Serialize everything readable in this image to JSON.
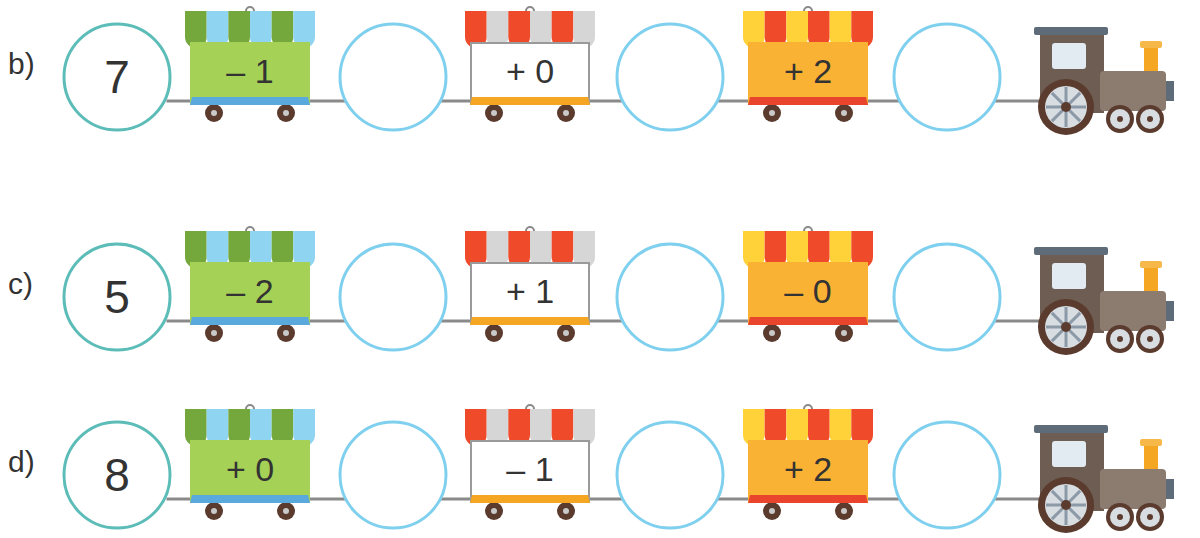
{
  "diagram": {
    "nodes": [
      {
        "text": [
          "7"
        ]
      },
      {
        "text": [
          "– 1"
        ]
      },
      {
        "text": [
          "+ 0"
        ]
      },
      {
        "text": [
          "+ 2"
        ]
      },
      {
        "text": [
          "5"
        ]
      },
      {
        "text": [
          "– 2"
        ]
      },
      {
        "text": [
          "+ 1"
        ]
      },
      {
        "text": [
          "– 0"
        ]
      },
      {
        "text": [
          "8"
        ]
      },
      {
        "text": [
          "+ 0"
        ]
      },
      {
        "text": [
          "– 1"
        ]
      },
      {
        "text": [
          "+ 2"
        ]
      }
    ],
    "edges": [
      {
        "from": 0,
        "to": 1,
        "arrow": "none"
      },
      {
        "from": 1,
        "to": 2,
        "arrow": "none"
      },
      {
        "from": 2,
        "to": 3,
        "arrow": "none"
      },
      {
        "from": 4,
        "to": 5,
        "arrow": "none"
      },
      {
        "from": 5,
        "to": 6,
        "arrow": "none"
      },
      {
        "from": 6,
        "to": 7,
        "arrow": "none"
      },
      {
        "from": 8,
        "to": 9,
        "arrow": "none"
      },
      {
        "from": 9,
        "to": 10,
        "arrow": "none"
      },
      {
        "from": 10,
        "to": 11,
        "arrow": "none"
      }
    ],
    "labels": [
      "b)",
      "c)",
      "d)"
    ]
  }
}
